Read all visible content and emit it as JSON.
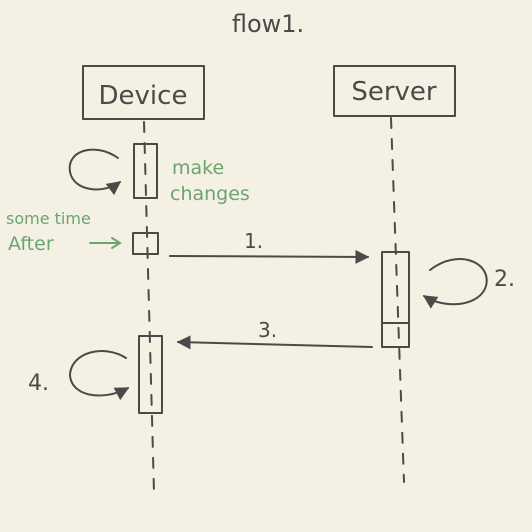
{
  "diagram": {
    "title": "flow1.",
    "participants": [
      {
        "id": "device",
        "label": "Device"
      },
      {
        "id": "server",
        "label": "Server"
      }
    ],
    "notes": {
      "make_changes_line1": "make",
      "make_changes_line2": "changes",
      "some_time_line1": "some time",
      "some_time_line2": "After"
    },
    "messages": [
      {
        "label": "1.",
        "from": "device",
        "to": "server"
      },
      {
        "label": "3.",
        "from": "server",
        "to": "device"
      }
    ],
    "self_calls": [
      {
        "label": "2.",
        "on": "server"
      },
      {
        "label": "4.",
        "on": "device"
      }
    ],
    "colors": {
      "paper": "#f4f0e4",
      "ink": "#4a4a48",
      "note_green": "#6aa56f"
    }
  }
}
